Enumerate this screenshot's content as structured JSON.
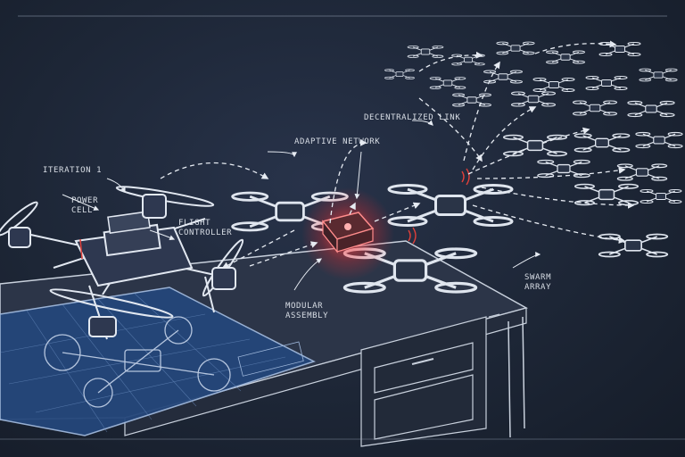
{
  "labels": {
    "iteration": "ITERATION 1",
    "power_cell": "POWER\nCELL",
    "flight_controller": "FLIGHT\nCONTROLLER",
    "adaptive_network": "ADAPTIVE NETWORK",
    "decentralized_link": "DECENTRALIZED LINK",
    "modular_assembly": "MODULAR\nASSEMBLY",
    "swarm_array": "SWARM\nARRAY"
  },
  "colors": {
    "background": "#1d2636",
    "chalk": "#e6ebf2",
    "blueprint": "#2a4f86",
    "hub_glow": "#ff3b3b",
    "signal": "#e0403a"
  },
  "icons": [
    "drone-icon",
    "network-hub-icon",
    "signal-icon",
    "blueprint-icon",
    "workbench-icon"
  ]
}
